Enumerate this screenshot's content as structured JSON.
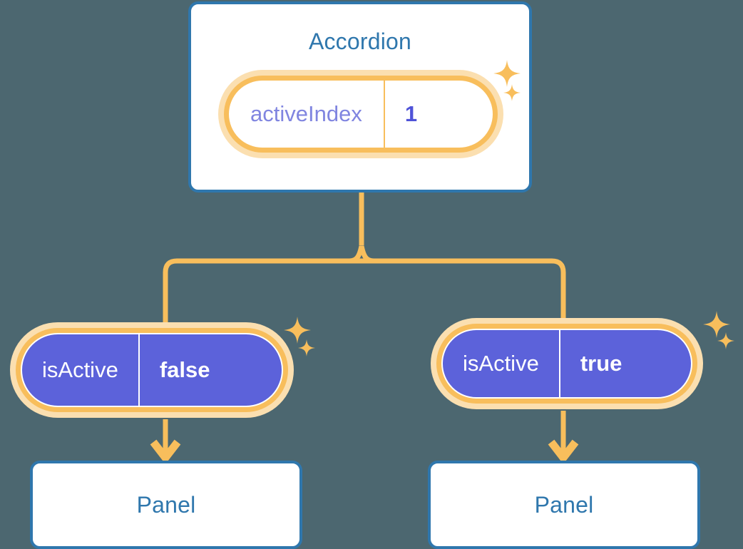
{
  "diagram": {
    "background_color": "#4C6770",
    "accent_color": "#F8BE5C",
    "halo_color": "#FBDFB0",
    "card_border_color": "#2F77AD",
    "title_color": "#2F77AD",
    "state_fill_color": "#5C62DA",
    "key_text_color": "#8085E0",
    "value_text_color": "#4F53D8"
  },
  "root": {
    "title": "Accordion",
    "state": {
      "key": "activeIndex",
      "value": "1"
    }
  },
  "children": [
    {
      "state": {
        "key": "isActive",
        "value": "false"
      },
      "panel": {
        "title": "Panel"
      }
    },
    {
      "state": {
        "key": "isActive",
        "value": "true"
      },
      "panel": {
        "title": "Panel"
      }
    }
  ],
  "icons": {
    "sparkle": "sparkle-icon",
    "arrow_down": "arrow-down-icon"
  }
}
